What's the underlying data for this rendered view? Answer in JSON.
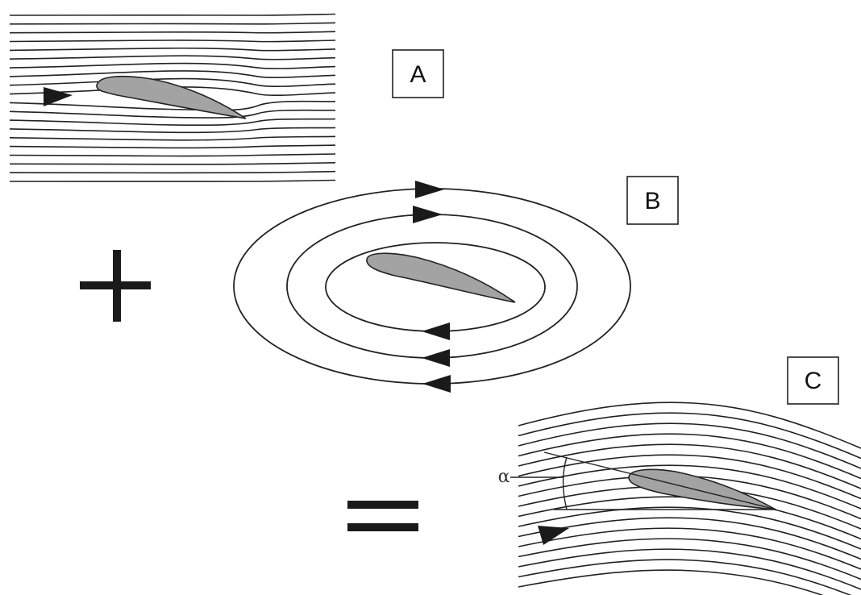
{
  "panels": {
    "a": {
      "label": "A"
    },
    "b": {
      "label": "B"
    },
    "c": {
      "label": "C",
      "angle_symbol": "α"
    }
  },
  "operators": {
    "plus": "+",
    "equals": "="
  },
  "colors": {
    "airfoil_fill": "#a3a3a3",
    "line": "#222222",
    "background": "#ffffff"
  }
}
